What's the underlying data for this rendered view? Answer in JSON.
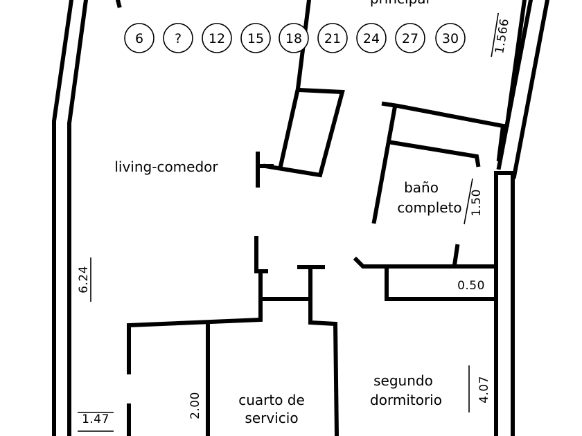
{
  "scale_bubbles": [
    "6",
    "?",
    "12",
    "15",
    "18",
    "21",
    "24",
    "27",
    "30"
  ],
  "rooms": {
    "top_partial": "principal",
    "living": "living-comedor",
    "bath": [
      "baño",
      "completo"
    ],
    "service": [
      "cuarto de",
      "servicio"
    ],
    "second_bedroom": [
      "segundo",
      "dormitorio"
    ]
  },
  "dimensions": {
    "top_right": "1.566",
    "bath_height": "1.50",
    "bath_sill": "0.50",
    "left_wall": "6.24",
    "service_height": "2.00",
    "bottom_left": "1.47",
    "bedroom_height": "4.07"
  },
  "colors": {
    "wall": "#000000",
    "background": "#ffffff"
  }
}
